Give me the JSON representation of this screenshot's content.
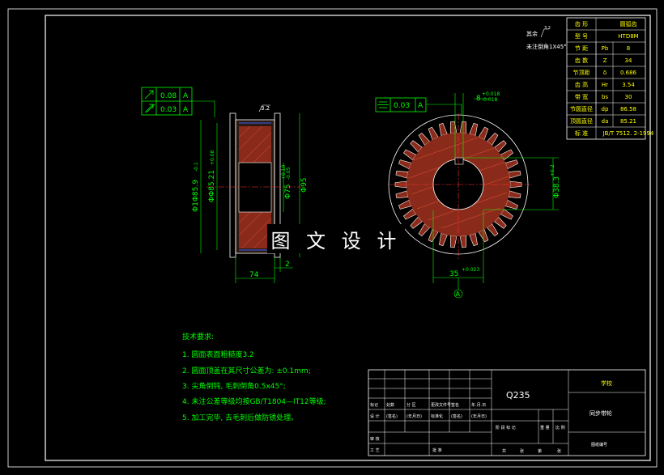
{
  "corner_note": {
    "line1": "其余",
    "roughness": "3.2",
    "line2": "未注倒角1X45°"
  },
  "params_table": {
    "rows": [
      {
        "label": "齿 形",
        "sym": "",
        "val": "圆弧齿"
      },
      {
        "label": "型 号",
        "sym": "",
        "val": "HTD8M"
      },
      {
        "label": "节 距",
        "sym": "Pb",
        "val": "8"
      },
      {
        "label": "齿 数",
        "sym": "Z",
        "val": "34"
      },
      {
        "label": "节顶距",
        "sym": "δ",
        "val": "0.686"
      },
      {
        "label": "齿 高",
        "sym": "Hr",
        "val": "3.54"
      },
      {
        "label": "带 宽",
        "sym": "bs",
        "val": "30"
      },
      {
        "label": "节圆直径",
        "sym": "dp",
        "val": "86.58"
      },
      {
        "label": "顶圆直径",
        "sym": "da",
        "val": "85.21"
      },
      {
        "label": "标 准",
        "sym": "",
        "val": "JB/T 7512. 2-1994"
      }
    ]
  },
  "tolerances_left": {
    "row1_val": "0.08",
    "row1_ref": "A",
    "row2_val": "0.03",
    "row2_ref": "A"
  },
  "tolerances_right": {
    "val": "0.03",
    "ref": "A"
  },
  "dims_left": {
    "top_roughness": "3.2",
    "d1": "Φ85.9",
    "d1_tol": "-0.1",
    "d1_prefix": "Φ1",
    "d2": "Φ85.21",
    "d2_tol": "+0.08",
    "d2_prefix": "Φ",
    "d3": "Φ75",
    "d3_tol_up": "+0.10",
    "d3_tol_dn": "-0.05",
    "d4": "Φ95",
    "width": "74",
    "width2": "2"
  },
  "dims_right": {
    "keyway": "8",
    "keyway_tol_up": "+0.018",
    "keyway_tol_dn": "-0.018",
    "bore": "Φ38.3",
    "bore_tol": "+0.2",
    "width": "35",
    "width_tol": "+0.023",
    "datum": "A"
  },
  "overlay": "图 文 设 计",
  "notes": {
    "title": "技术要求:",
    "items": [
      "1. 圆面表面粗糙度3.2",
      "2. 圆面顶盖在其尺寸公差为: ±0.1mm;",
      "3. 尖角倒钝, 毛刺倒角0.5x45°;",
      "4. 未注公差等级均按GB/T1804—IT12等级;",
      "5. 加工完毕, 去毛刺后做防锈处理。"
    ]
  },
  "title_block": {
    "material": "Q235",
    "company": "学校",
    "part_name": "同步带轮",
    "drawing_no": "图纸编号",
    "row_headers": [
      "标记",
      "处数",
      "分 区",
      "更改文件号",
      "签名",
      "年.月.日"
    ],
    "row2": [
      "设 计",
      "(签名)",
      "(年月日)",
      "标准化",
      "(签名)",
      "(年月日)"
    ],
    "row_check": "审 核",
    "row_craft": "工 艺",
    "row_approve": "批 准",
    "stage_headers": [
      "阶 段 标 记",
      "重 量",
      "比 例"
    ],
    "sheet": [
      "共",
      "张",
      "第",
      "张"
    ]
  }
}
